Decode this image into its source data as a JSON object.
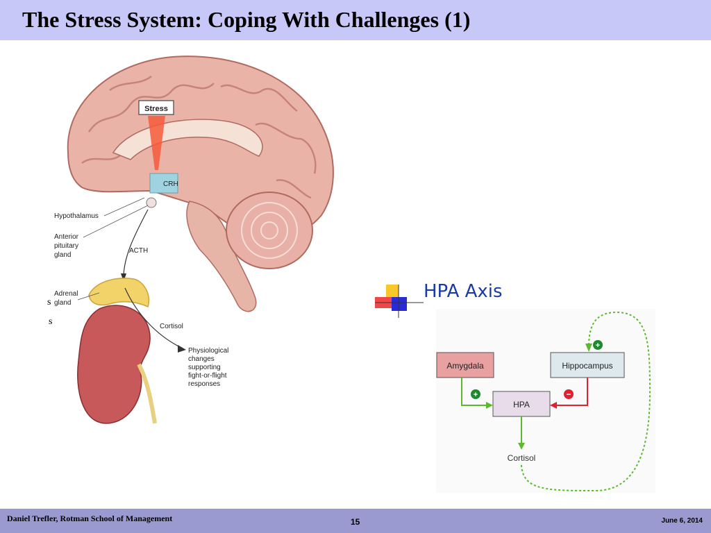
{
  "slide": {
    "title": "The Stress System: Coping With Challenges (1)",
    "stray_marks": [
      "s",
      "s"
    ]
  },
  "brain_figure": {
    "labels": {
      "stress": "Stress",
      "crh": "CRH",
      "hypothalamus": "Hypothalamus",
      "anterior_pituitary": [
        "Anterior",
        "pituitary",
        "gland"
      ],
      "acth": "ACTH",
      "adrenal_gland": [
        "Adrenal",
        "gland"
      ],
      "cortisol": "Cortisol",
      "physiological": [
        "Physiological",
        "changes",
        "supporting",
        "fight-or-flight",
        "responses"
      ]
    }
  },
  "hpa": {
    "heading": "HPA Axis",
    "nodes": {
      "amygdala": "Amygdala",
      "hippocampus": "Hippocampus",
      "hpa": "HPA",
      "cortisol": "Cortisol"
    },
    "signs": {
      "plus": "+",
      "minus": "−"
    }
  },
  "footer": {
    "author": "Daniel Trefler, Rotman School of Management",
    "page": "15",
    "date": "June 6, 2014"
  },
  "colors": {
    "title_bar": "#c8c8f8",
    "footer_bar": "#9a9ad0",
    "heading": "#1a3aa8",
    "amygdala_fill": "#e8a0a0",
    "hippocampus_fill": "#dde9ec",
    "hpa_fill": "#e8dcea",
    "positive_arrow": "#5cb82e",
    "negative_arrow": "#e02030"
  }
}
